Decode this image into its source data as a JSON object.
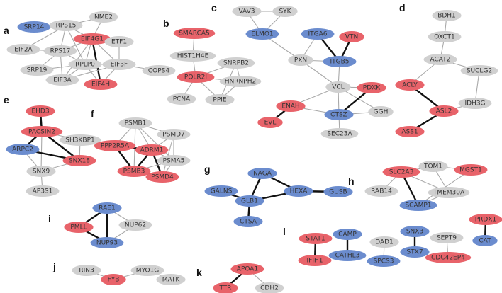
{
  "colors": {
    "red": "#e8636a",
    "blue": "#6b8cce",
    "grey": "#d0d0d0"
  },
  "panels": [
    {
      "label": "a",
      "nodes": [
        {
          "id": "SRP14",
          "c": "blue"
        },
        {
          "id": "RPS15",
          "c": "grey"
        },
        {
          "id": "NME2",
          "c": "grey"
        },
        {
          "id": "EIF4G1",
          "c": "red"
        },
        {
          "id": "ETF1",
          "c": "grey"
        },
        {
          "id": "EIF2A",
          "c": "grey"
        },
        {
          "id": "RPS17",
          "c": "grey"
        },
        {
          "id": "SRP19",
          "c": "grey"
        },
        {
          "id": "RPLP0",
          "c": "grey"
        },
        {
          "id": "EIF3F",
          "c": "grey"
        },
        {
          "id": "EIF3A",
          "c": "grey"
        },
        {
          "id": "EIF4H",
          "c": "red"
        },
        {
          "id": "COPS4",
          "c": "grey"
        }
      ],
      "edges": [
        [
          "SRP14",
          "RPS15",
          1
        ],
        [
          "RPS15",
          "NME2",
          1
        ],
        [
          "RPS15",
          "EIF4G1",
          1
        ],
        [
          "NME2",
          "EIF4G1",
          1
        ],
        [
          "EIF4G1",
          "ETF1",
          1
        ],
        [
          "RPS15",
          "RPS17",
          1
        ],
        [
          "RPS15",
          "RPLP0",
          1
        ],
        [
          "RPS15",
          "EIF2A",
          1
        ],
        [
          "EIF2A",
          "RPS17",
          1
        ],
        [
          "RPS17",
          "SRP19",
          1
        ],
        [
          "RPS17",
          "RPLP0",
          1
        ],
        [
          "RPS17",
          "EIF3A",
          1
        ],
        [
          "RPS17",
          "EIF4G1",
          1
        ],
        [
          "RPLP0",
          "EIF4G1",
          1
        ],
        [
          "EIF4G1",
          "EIF3F",
          1
        ],
        [
          "EIF4G1",
          "EIF3A",
          1
        ],
        [
          "EIF4G1",
          "EIF4H",
          2
        ],
        [
          "EIF3F",
          "EIF3A",
          1
        ],
        [
          "EIF3F",
          "EIF4H",
          1
        ],
        [
          "RPLP0",
          "EIF3F",
          1
        ],
        [
          "RPLP0",
          "EIF3A",
          1
        ],
        [
          "SRP19",
          "RPLP0",
          1
        ],
        [
          "EIF3F",
          "COPS4",
          1
        ],
        [
          "RPLP0",
          "EIF4H",
          1
        ],
        [
          "ETF1",
          "EIF3F",
          1
        ]
      ]
    },
    {
      "label": "b",
      "nodes": [
        {
          "id": "SMARCA5",
          "c": "red"
        },
        {
          "id": "HIST1H4E",
          "c": "grey"
        },
        {
          "id": "POLR2I",
          "c": "red"
        },
        {
          "id": "SNRPB2",
          "c": "grey"
        },
        {
          "id": "HNRNPH2",
          "c": "grey"
        },
        {
          "id": "PCNA",
          "c": "grey"
        },
        {
          "id": "PPIE",
          "c": "grey"
        }
      ],
      "edges": [
        [
          "SMARCA5",
          "HIST1H4E",
          1
        ],
        [
          "HIST1H4E",
          "POLR2I",
          1
        ],
        [
          "POLR2I",
          "SNRPB2",
          1
        ],
        [
          "POLR2I",
          "HNRNPH2",
          1
        ],
        [
          "POLR2I",
          "PCNA",
          1
        ],
        [
          "POLR2I",
          "PPIE",
          1
        ],
        [
          "SNRPB2",
          "HNRNPH2",
          1
        ],
        [
          "SNRPB2",
          "PPIE",
          1
        ],
        [
          "HNRNPH2",
          "PPIE",
          1
        ]
      ]
    },
    {
      "label": "c",
      "nodes": [
        {
          "id": "VAV3",
          "c": "grey"
        },
        {
          "id": "SYK",
          "c": "grey"
        },
        {
          "id": "ELMO1",
          "c": "blue"
        },
        {
          "id": "ITGA6",
          "c": "blue"
        },
        {
          "id": "VTN",
          "c": "red"
        },
        {
          "id": "PXN",
          "c": "grey"
        },
        {
          "id": "ITGB5",
          "c": "blue"
        },
        {
          "id": "VCL",
          "c": "grey"
        },
        {
          "id": "PDXK",
          "c": "red"
        },
        {
          "id": "ENAH",
          "c": "red"
        },
        {
          "id": "CTSZ",
          "c": "blue"
        },
        {
          "id": "GGH",
          "c": "grey"
        },
        {
          "id": "EVL",
          "c": "red"
        },
        {
          "id": "SEC23A",
          "c": "grey"
        }
      ],
      "edges": [
        [
          "VAV3",
          "SYK",
          1
        ],
        [
          "VAV3",
          "ELMO1",
          1
        ],
        [
          "SYK",
          "ELMO1",
          1
        ],
        [
          "ELMO1",
          "PXN",
          1
        ],
        [
          "ITGA6",
          "ITGB5",
          2
        ],
        [
          "VTN",
          "ITGB5",
          2
        ],
        [
          "PXN",
          "ITGB5",
          1
        ],
        [
          "PXN",
          "VCL",
          1
        ],
        [
          "ITGB5",
          "VCL",
          1
        ],
        [
          "ITGA6",
          "PXN",
          1
        ],
        [
          "VCL",
          "ENAH",
          1
        ],
        [
          "VCL",
          "PDXK",
          1
        ],
        [
          "VCL",
          "CTSZ",
          1
        ],
        [
          "VCL",
          "GGH",
          1
        ],
        [
          "PDXK",
          "CTSZ",
          2
        ],
        [
          "ENAH",
          "EVL",
          2
        ],
        [
          "CTSZ",
          "GGH",
          1
        ],
        [
          "CTSZ",
          "SEC23A",
          1
        ],
        [
          "ENAH",
          "CTSZ",
          1
        ]
      ]
    },
    {
      "label": "d",
      "nodes": [
        {
          "id": "BDH1",
          "c": "grey"
        },
        {
          "id": "OXCT1",
          "c": "grey"
        },
        {
          "id": "ACAT2",
          "c": "grey"
        },
        {
          "id": "SUCLG2",
          "c": "grey"
        },
        {
          "id": "ACLY",
          "c": "red"
        },
        {
          "id": "IDH3G",
          "c": "grey"
        },
        {
          "id": "ASL2",
          "c": "red"
        },
        {
          "id": "ASS1",
          "c": "red"
        }
      ],
      "edges": [
        [
          "BDH1",
          "OXCT1",
          1
        ],
        [
          "OXCT1",
          "ACAT2",
          1
        ],
        [
          "ACAT2",
          "ACLY",
          1
        ],
        [
          "ACAT2",
          "SUCLG2",
          1
        ],
        [
          "SUCLG2",
          "IDH3G",
          1
        ],
        [
          "ACLY",
          "ASL2",
          2
        ],
        [
          "IDH3G",
          "ASL2",
          1
        ],
        [
          "ASL2",
          "ASS1",
          2
        ]
      ]
    },
    {
      "label": "e",
      "nodes": [
        {
          "id": "EHD3",
          "c": "red"
        },
        {
          "id": "PACSIN2",
          "c": "red"
        },
        {
          "id": "SH3KBP1",
          "c": "grey"
        },
        {
          "id": "ARPC2",
          "c": "blue"
        },
        {
          "id": "SNX18",
          "c": "red"
        },
        {
          "id": "SNX9",
          "c": "grey"
        },
        {
          "id": "AP3S1",
          "c": "grey"
        }
      ],
      "edges": [
        [
          "EHD3",
          "PACSIN2",
          2
        ],
        [
          "PACSIN2",
          "SH3KBP1",
          1
        ],
        [
          "PACSIN2",
          "ARPC2",
          2
        ],
        [
          "PACSIN2",
          "SNX18",
          2
        ],
        [
          "PACSIN2",
          "SNX9",
          1
        ],
        [
          "SH3KBP1",
          "SNX18",
          1
        ],
        [
          "ARPC2",
          "SNX18",
          2
        ],
        [
          "ARPC2",
          "SNX9",
          1
        ],
        [
          "SNX9",
          "SNX18",
          1
        ],
        [
          "SNX9",
          "AP3S1",
          1
        ]
      ]
    },
    {
      "label": "f",
      "nodes": [
        {
          "id": "PSMB1",
          "c": "grey"
        },
        {
          "id": "PSMD7",
          "c": "grey"
        },
        {
          "id": "PPP2R5A",
          "c": "red"
        },
        {
          "id": "ADRM1",
          "c": "red"
        },
        {
          "id": "PSMA5",
          "c": "grey"
        },
        {
          "id": "PSMB3",
          "c": "red"
        },
        {
          "id": "PSMD4",
          "c": "red"
        }
      ],
      "edges": [
        [
          "PSMB1",
          "PSMD7",
          1
        ],
        [
          "PSMB1",
          "ADRM1",
          1
        ],
        [
          "PSMB1",
          "PPP2R5A",
          1
        ],
        [
          "PSMB1",
          "PSMA5",
          1
        ],
        [
          "PSMB1",
          "PSMB3",
          1
        ],
        [
          "PSMD7",
          "ADRM1",
          1
        ],
        [
          "PSMD7",
          "PSMA5",
          1
        ],
        [
          "PSMD7",
          "PSMD4",
          1
        ],
        [
          "PPP2R5A",
          "ADRM1",
          2
        ],
        [
          "PPP2R5A",
          "PSMB3",
          2
        ],
        [
          "ADRM1",
          "PSMB3",
          2
        ],
        [
          "ADRM1",
          "PSMD4",
          2
        ],
        [
          "ADRM1",
          "PSMA5",
          1
        ],
        [
          "PSMB3",
          "PSMD4",
          2
        ],
        [
          "PSMA5",
          "PSMD4",
          1
        ],
        [
          "PSMB3",
          "PSMA5",
          1
        ]
      ]
    },
    {
      "label": "g",
      "nodes": [
        {
          "id": "NAGA",
          "c": "blue"
        },
        {
          "id": "GALNS",
          "c": "blue"
        },
        {
          "id": "HEXA",
          "c": "blue"
        },
        {
          "id": "GUSB",
          "c": "blue"
        },
        {
          "id": "GLB1",
          "c": "blue"
        },
        {
          "id": "CTSA",
          "c": "blue"
        }
      ],
      "edges": [
        [
          "NAGA",
          "GLB1",
          2
        ],
        [
          "NAGA",
          "HEXA",
          2
        ],
        [
          "GALNS",
          "GLB1",
          2
        ],
        [
          "GLB1",
          "HEXA",
          2
        ],
        [
          "HEXA",
          "GUSB",
          2
        ],
        [
          "GLB1",
          "CTSA",
          2
        ]
      ]
    },
    {
      "label": "h",
      "nodes": [
        {
          "id": "TOM1",
          "c": "grey"
        },
        {
          "id": "SLC2A3",
          "c": "red"
        },
        {
          "id": "MGST1",
          "c": "red"
        },
        {
          "id": "RAB14",
          "c": "grey"
        },
        {
          "id": "TMEM30A",
          "c": "grey"
        },
        {
          "id": "SCAMP1",
          "c": "blue"
        }
      ],
      "edges": [
        [
          "TOM1",
          "SLC2A3",
          1
        ],
        [
          "TOM1",
          "MGST1",
          1
        ],
        [
          "TOM1",
          "TMEM30A",
          1
        ],
        [
          "SLC2A3",
          "RAB14",
          1
        ],
        [
          "SLC2A3",
          "TMEM30A",
          1
        ],
        [
          "SLC2A3",
          "SCAMP1",
          2
        ],
        [
          "SCAMP1",
          "TMEM30A",
          1
        ],
        [
          "MGST1",
          "SCAMP1",
          1
        ]
      ]
    },
    {
      "label": "i",
      "nodes": [
        {
          "id": "RAE1",
          "c": "blue"
        },
        {
          "id": "PMLL",
          "c": "red"
        },
        {
          "id": "NUP62",
          "c": "grey"
        },
        {
          "id": "NUP93",
          "c": "blue"
        }
      ],
      "edges": [
        [
          "RAE1",
          "PMLL",
          2
        ],
        [
          "RAE1",
          "NUP62",
          1
        ],
        [
          "RAE1",
          "NUP93",
          2
        ],
        [
          "PMLL",
          "NUP93",
          2
        ],
        [
          "NUP62",
          "NUP93",
          1
        ]
      ]
    },
    {
      "label": "j",
      "nodes": [
        {
          "id": "RIN3",
          "c": "grey"
        },
        {
          "id": "FYB",
          "c": "red"
        },
        {
          "id": "MYO1G",
          "c": "grey"
        },
        {
          "id": "MATK",
          "c": "grey"
        }
      ],
      "edges": [
        [
          "RIN3",
          "FYB",
          1
        ],
        [
          "FYB",
          "MYO1G",
          1
        ],
        [
          "MYO1G",
          "MATK",
          1
        ]
      ]
    },
    {
      "label": "k",
      "nodes": [
        {
          "id": "APOA1",
          "c": "red"
        },
        {
          "id": "TTR",
          "c": "red"
        },
        {
          "id": "CDH2",
          "c": "grey"
        }
      ],
      "edges": [
        [
          "APOA1",
          "TTR",
          2
        ],
        [
          "APOA1",
          "CDH2",
          1
        ]
      ]
    },
    {
      "label": "l",
      "nodes": [
        {
          "id": "STAT1",
          "c": "red"
        },
        {
          "id": "IFIH1",
          "c": "red"
        },
        {
          "id": "CAMP",
          "c": "blue"
        },
        {
          "id": "CATHL3",
          "c": "blue"
        },
        {
          "id": "DAD1",
          "c": "grey"
        },
        {
          "id": "SPCS3",
          "c": "blue"
        },
        {
          "id": "SNX3",
          "c": "blue"
        },
        {
          "id": "STX7",
          "c": "blue"
        },
        {
          "id": "SEPT9",
          "c": "grey"
        },
        {
          "id": "CDC42EP4",
          "c": "red"
        },
        {
          "id": "PRDX1",
          "c": "red"
        },
        {
          "id": "CAT",
          "c": "blue"
        }
      ],
      "edges": [
        [
          "STAT1",
          "IFIH1",
          2
        ],
        [
          "CAMP",
          "CATHL3",
          2
        ],
        [
          "DAD1",
          "SPCS3",
          1
        ],
        [
          "SNX3",
          "STX7",
          2
        ],
        [
          "SEPT9",
          "CDC42EP4",
          1
        ],
        [
          "PRDX1",
          "CAT",
          2
        ]
      ]
    }
  ]
}
